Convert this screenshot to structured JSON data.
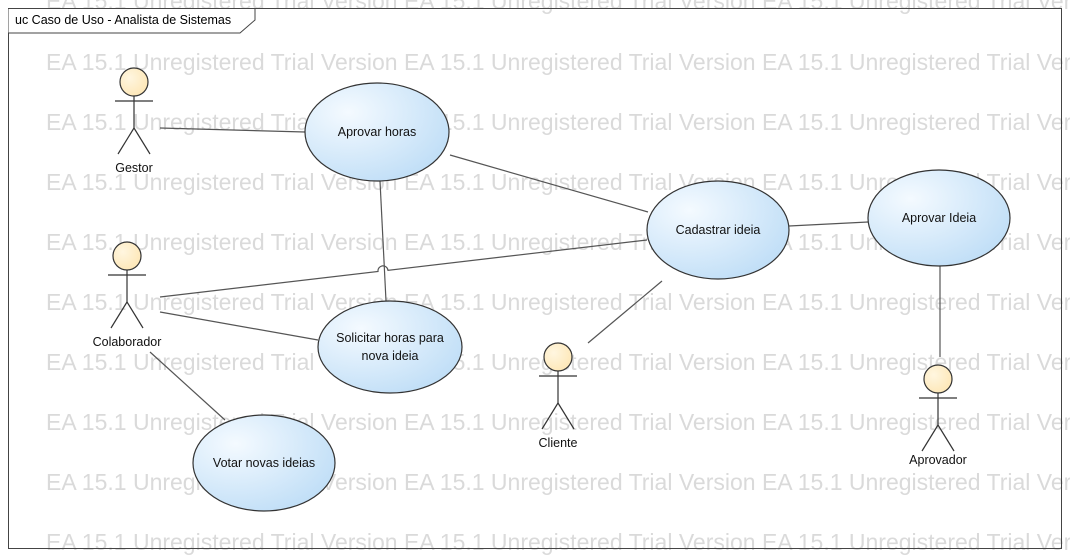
{
  "diagram": {
    "frame_title": "uc Caso de Uso - Analista de Sistemas",
    "watermark": "EA 15.1 Unregistered Trial Version",
    "colors": {
      "actor_fill": "#fde6b4",
      "actor_stroke": "#333333",
      "usecase_fill_light": "#f4faff",
      "usecase_fill_dark": "#bcdcf6",
      "line": "#555555",
      "watermark": "#dadada"
    },
    "actors": [
      {
        "id": "gestor",
        "label": "Gestor"
      },
      {
        "id": "colaborador",
        "label": "Colaborador"
      },
      {
        "id": "cliente",
        "label": "Cliente"
      },
      {
        "id": "aprovador",
        "label": "Aprovador"
      }
    ],
    "use_cases": [
      {
        "id": "aprovar-horas",
        "lines": [
          "Aprovar horas"
        ]
      },
      {
        "id": "cadastrar-ideia",
        "lines": [
          "Cadastrar ideia"
        ]
      },
      {
        "id": "aprovar-ideia",
        "lines": [
          "Aprovar Ideia"
        ]
      },
      {
        "id": "solicitar-horas",
        "lines": [
          "Solicitar horas para",
          "nova ideia"
        ]
      },
      {
        "id": "votar-ideias",
        "lines": [
          "Votar novas ideias"
        ]
      }
    ],
    "associations": [
      {
        "from": "gestor",
        "to": "aprovar-horas"
      },
      {
        "from": "aprovar-horas",
        "to": "cadastrar-ideia"
      },
      {
        "from": "aprovar-horas",
        "to": "solicitar-horas"
      },
      {
        "from": "colaborador",
        "to": "cadastrar-ideia"
      },
      {
        "from": "colaborador",
        "to": "solicitar-horas"
      },
      {
        "from": "colaborador",
        "to": "votar-ideias"
      },
      {
        "from": "cliente",
        "to": "cadastrar-ideia"
      },
      {
        "from": "cadastrar-ideia",
        "to": "aprovar-ideia"
      },
      {
        "from": "aprovar-ideia",
        "to": "aprovador"
      }
    ]
  }
}
